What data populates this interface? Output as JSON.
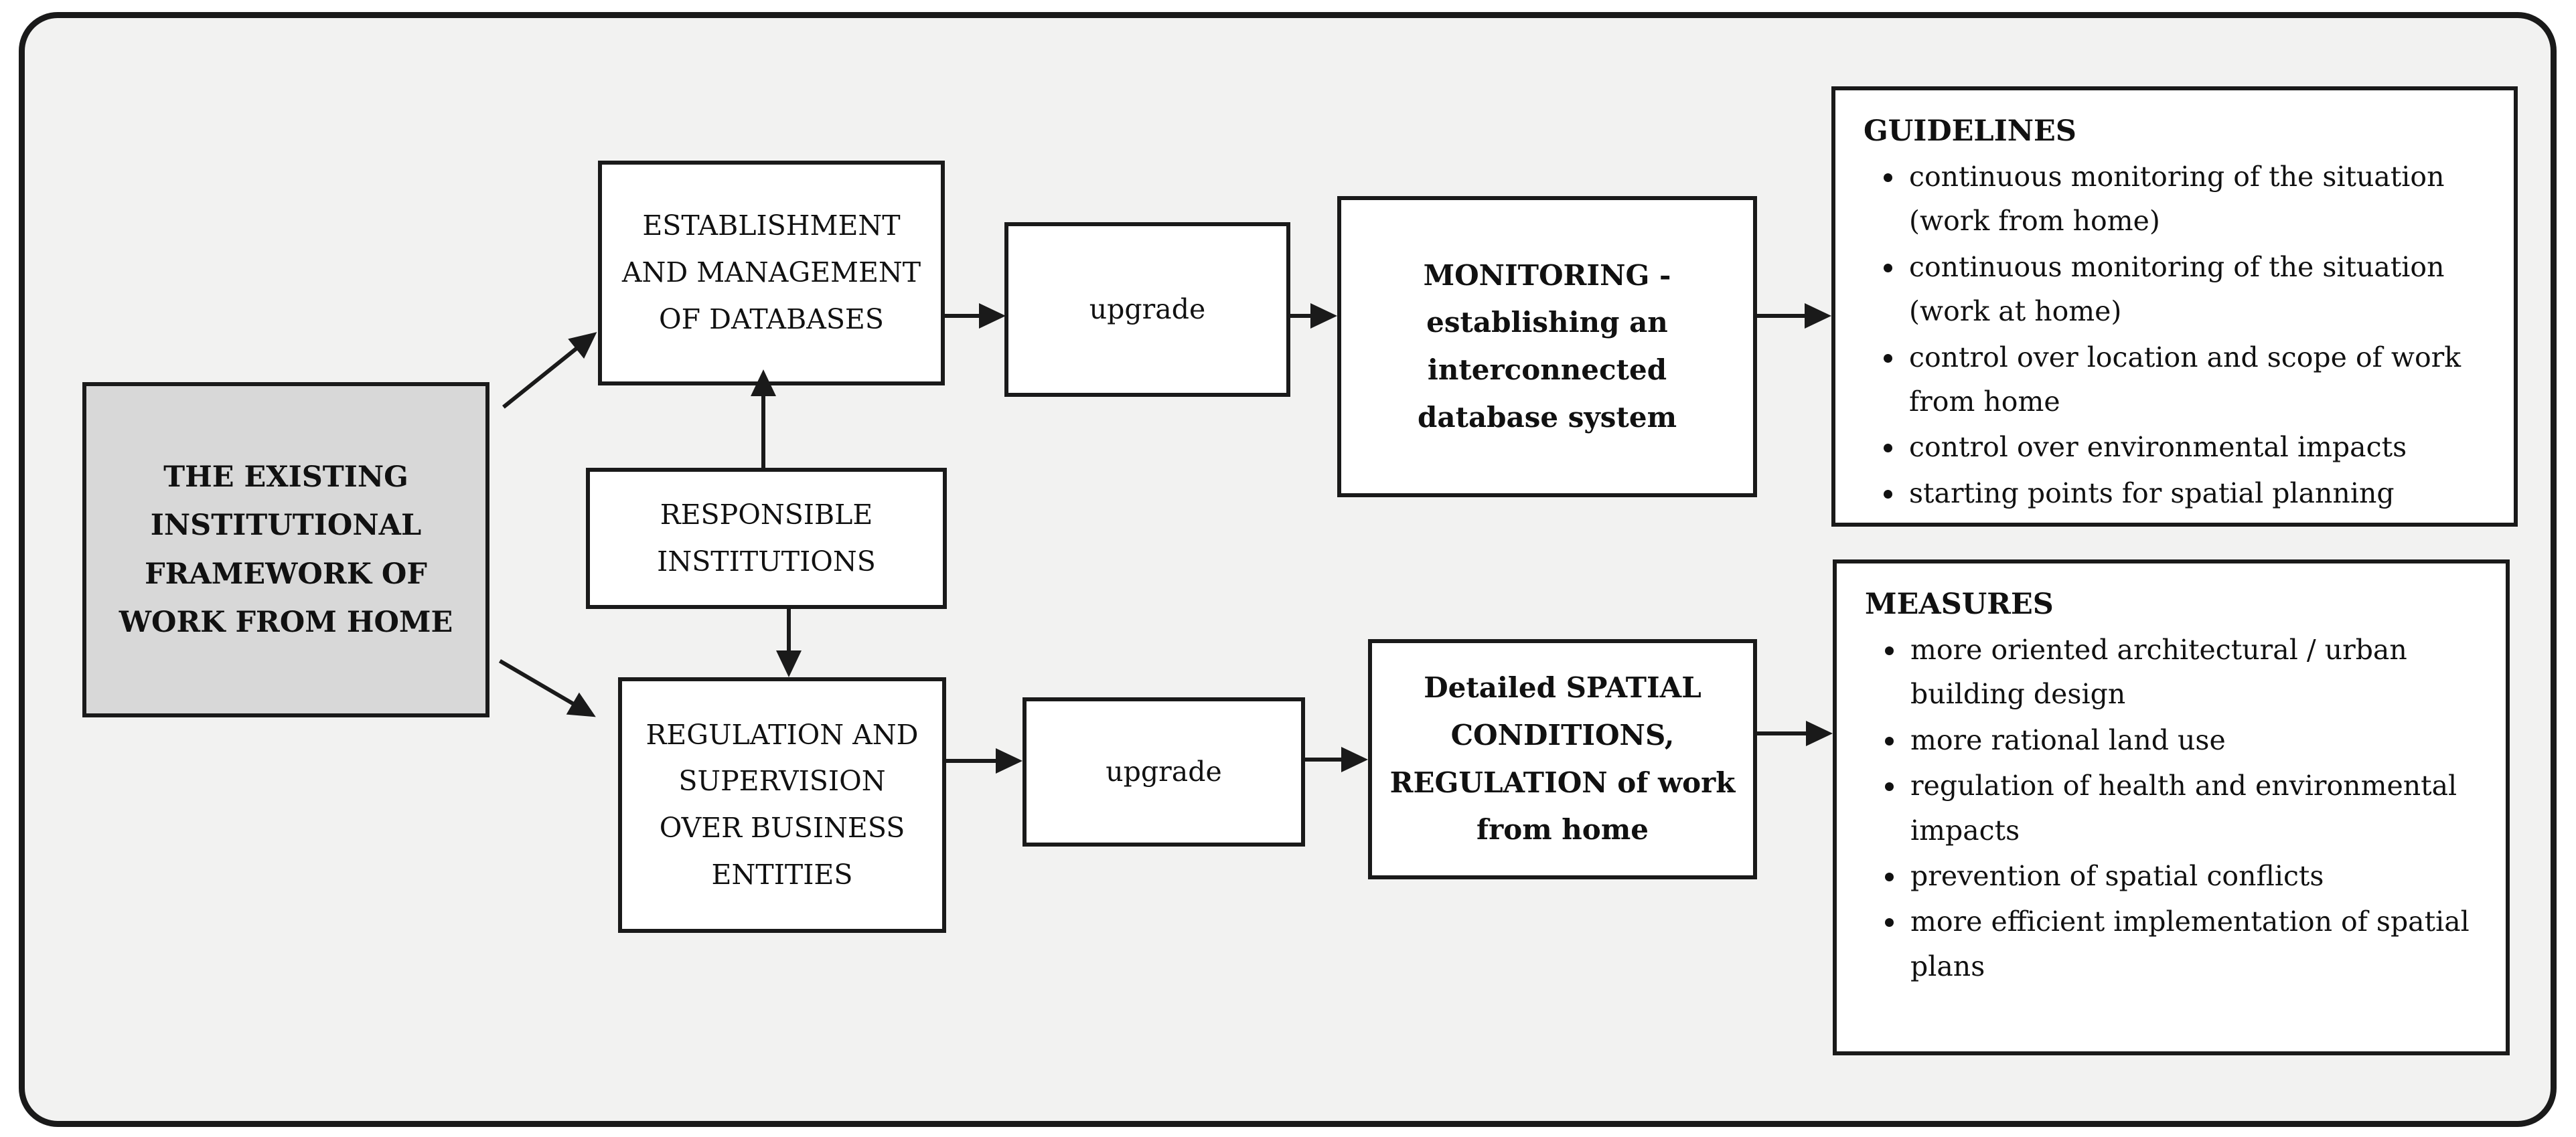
{
  "diagram": {
    "source": {
      "label": "THE EXISTING INSTITUTIONAL FRAMEWORK OF WORK FROM HOME"
    },
    "middle": {
      "establishment_label": "ESTABLISHMENT AND MANAGEMENT OF DATABASES",
      "responsible_label": "RESPONSIBLE INSTITUTIONS",
      "regulation_label": "REGULATION AND SUPERVISION OVER BUSINESS ENTITIES"
    },
    "process": {
      "upgrade_top_label": "upgrade",
      "upgrade_bottom_label": "upgrade",
      "monitoring_label": "MONITORING - establishing an interconnected database system",
      "spatial_label": "Detailed SPATIAL CONDITIONS, REGULATION of work from home"
    },
    "guidelines": {
      "title": "GUIDELINES",
      "items": [
        "continuous monitoring of the situation (work from home)",
        "continuous monitoring of the situation (work at home)",
        "control over location and scope of work from home",
        "control over environmental impacts",
        "starting points for spatial planning"
      ]
    },
    "measures": {
      "title": "MEASURES",
      "items": [
        "more oriented architectural / urban building design",
        "more rational land use",
        "regulation of health and environmental impacts",
        "prevention of spatial conflicts",
        "more efficient implementation of spatial plans"
      ]
    },
    "colors": {
      "background": "#f2f2f1",
      "box_fill": "#ffffff",
      "source_fill": "#d8d8d8",
      "line": "#1a1a1a"
    }
  }
}
